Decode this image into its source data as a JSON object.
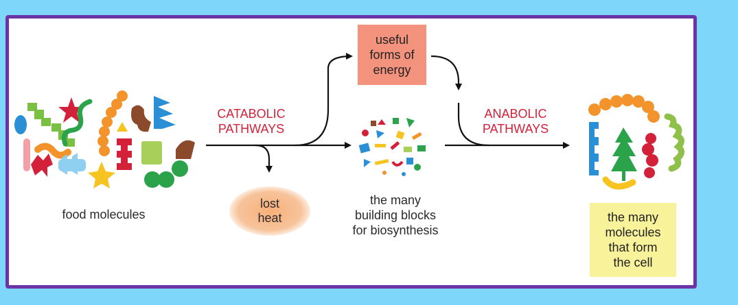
{
  "labels": {
    "food": "food molecules",
    "catabolic": "CATABOLIC\nPATHWAYS",
    "anabolic": "ANABOLIC\nPATHWAYS",
    "energy": "useful\nforms of\nenergy",
    "heat": "lost\nheat",
    "blocks": "the many\nbuilding blocks\nfor biosynthesis",
    "cell": "the many\nmolecules\nthat form\nthe cell"
  },
  "colors": {
    "background": "#7fd6fb",
    "frame": "#6a33a6",
    "pathway_text": "#d4213a",
    "energy_box": "#f4937d",
    "cell_box": "#f8f29a",
    "heat_glow": "#f7b07a"
  }
}
